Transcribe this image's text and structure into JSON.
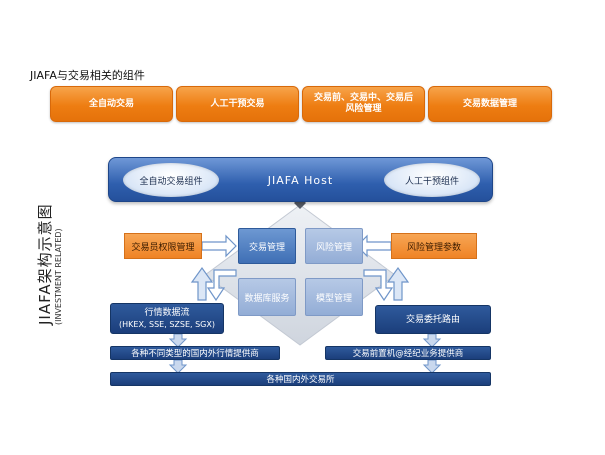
{
  "header": {
    "section_title": "JIAFA与交易相关的组件"
  },
  "top_tabs": [
    {
      "lines": [
        "全自动交易"
      ]
    },
    {
      "lines": [
        "人工干预交易"
      ]
    },
    {
      "lines": [
        "交易前、交易中、交易后",
        "风险管理"
      ]
    },
    {
      "lines": [
        "交易数据管理"
      ]
    }
  ],
  "side_title": {
    "main": "JIAFA架构示意图",
    "sub": "(INVESTMENT RELATED)"
  },
  "host": {
    "title": "JIAFA  Host",
    "left_component": "全自动交易组件",
    "right_component": "人工干预组件"
  },
  "left_panel": {
    "label": "交易员权限管理"
  },
  "right_panel": {
    "label": "风险管理参数"
  },
  "center_grid": {
    "top_left": "交易管理",
    "top_right": "风险管理",
    "bottom_left": "数据库服务",
    "bottom_right": "模型管理"
  },
  "market_data": {
    "line1": "行情数据流",
    "line2": "(HKEX, SSE, SZSE, SGX)"
  },
  "order_routing": {
    "label": "交易委托路由"
  },
  "provider_left": {
    "label": "各种不同类型的国内外行情提供商"
  },
  "provider_right": {
    "label": "交易前置机@经纪业务提供商"
  },
  "exchanges_bar": {
    "label": "各种国内外交易所"
  },
  "colors": {
    "orange": "#ee7d12",
    "host_blue": "#2f5fae",
    "dark_blue": "#1b3e7b",
    "light_blue": "#93add6",
    "diamond_gray": "#d9dde4"
  }
}
